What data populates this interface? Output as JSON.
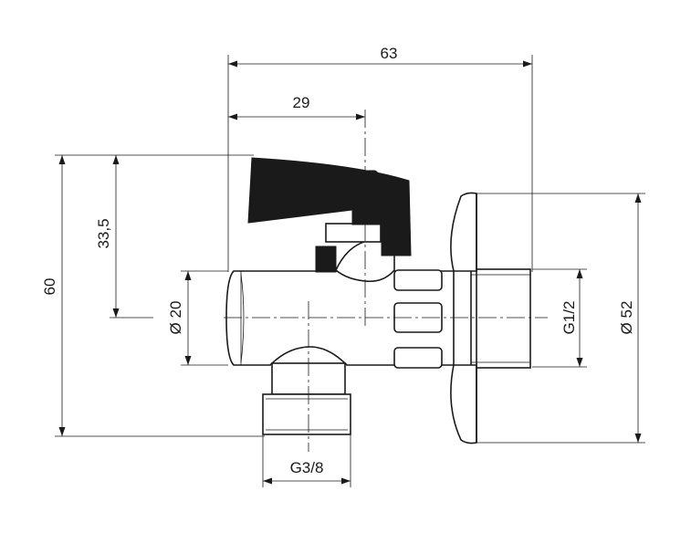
{
  "dimensions": {
    "overall_width": "63",
    "handle_offset": "29",
    "overall_height": "60",
    "handle_height": "33,5",
    "body_diameter": "Ø 20",
    "outlet_thread": "G1/2",
    "flange_diameter": "Ø 52",
    "inlet_thread": "G3/8"
  }
}
